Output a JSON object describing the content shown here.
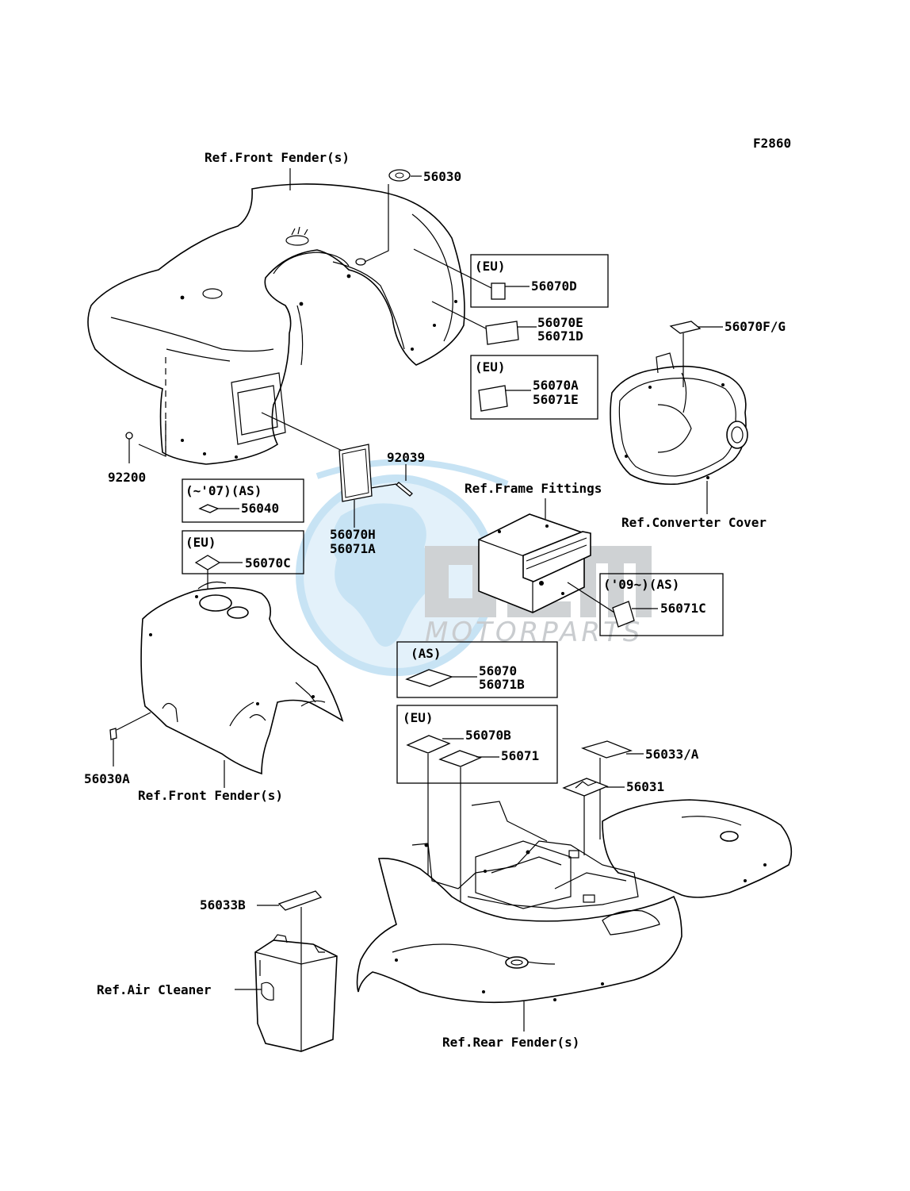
{
  "figure_code": "F2860",
  "watermark": {
    "brand": "OEM",
    "tagline": "MOTORPARTS",
    "color_blue": "#c7e3f4",
    "color_gray": "#cfd2d4"
  },
  "labels": {
    "front_fender_top": "Ref.Front Fender(s)",
    "front_fender_bottom": "Ref.Front Fender(s)",
    "frame_fittings": "Ref.Frame Fittings",
    "converter_cover": "Ref.Converter Cover",
    "air_cleaner": "Ref.Air Cleaner",
    "rear_fender": "Ref.Rear Fender(s)"
  },
  "parts": {
    "p56030": "56030",
    "p56070F_G": "56070F/G",
    "p56070E": "56070E",
    "p56071D": "56071D",
    "p56070D": "56070D",
    "p56070A": "56070A",
    "p56071E": "56071E",
    "p92200": "92200",
    "p92039": "92039",
    "p56040": "56040",
    "p56070C": "56070C",
    "p56070H": "56070H",
    "p56071A": "56071A",
    "p56071C": "56071C",
    "p56070": "56070",
    "p56071B": "56071B",
    "p56070B": "56070B",
    "p56071": "56071",
    "p56033_A": "56033/A",
    "p56031": "56031",
    "p56033B": "56033B",
    "p56030A": "56030A"
  },
  "boxes": {
    "eu_56070D": "(EU)",
    "eu_56070A": "(EU)",
    "as_07": "(~'07)(AS)",
    "eu_56070C": "(EU)",
    "as_09": "('09~)(AS)",
    "as_56070": "(AS)",
    "eu_56070B": "(EU)"
  }
}
